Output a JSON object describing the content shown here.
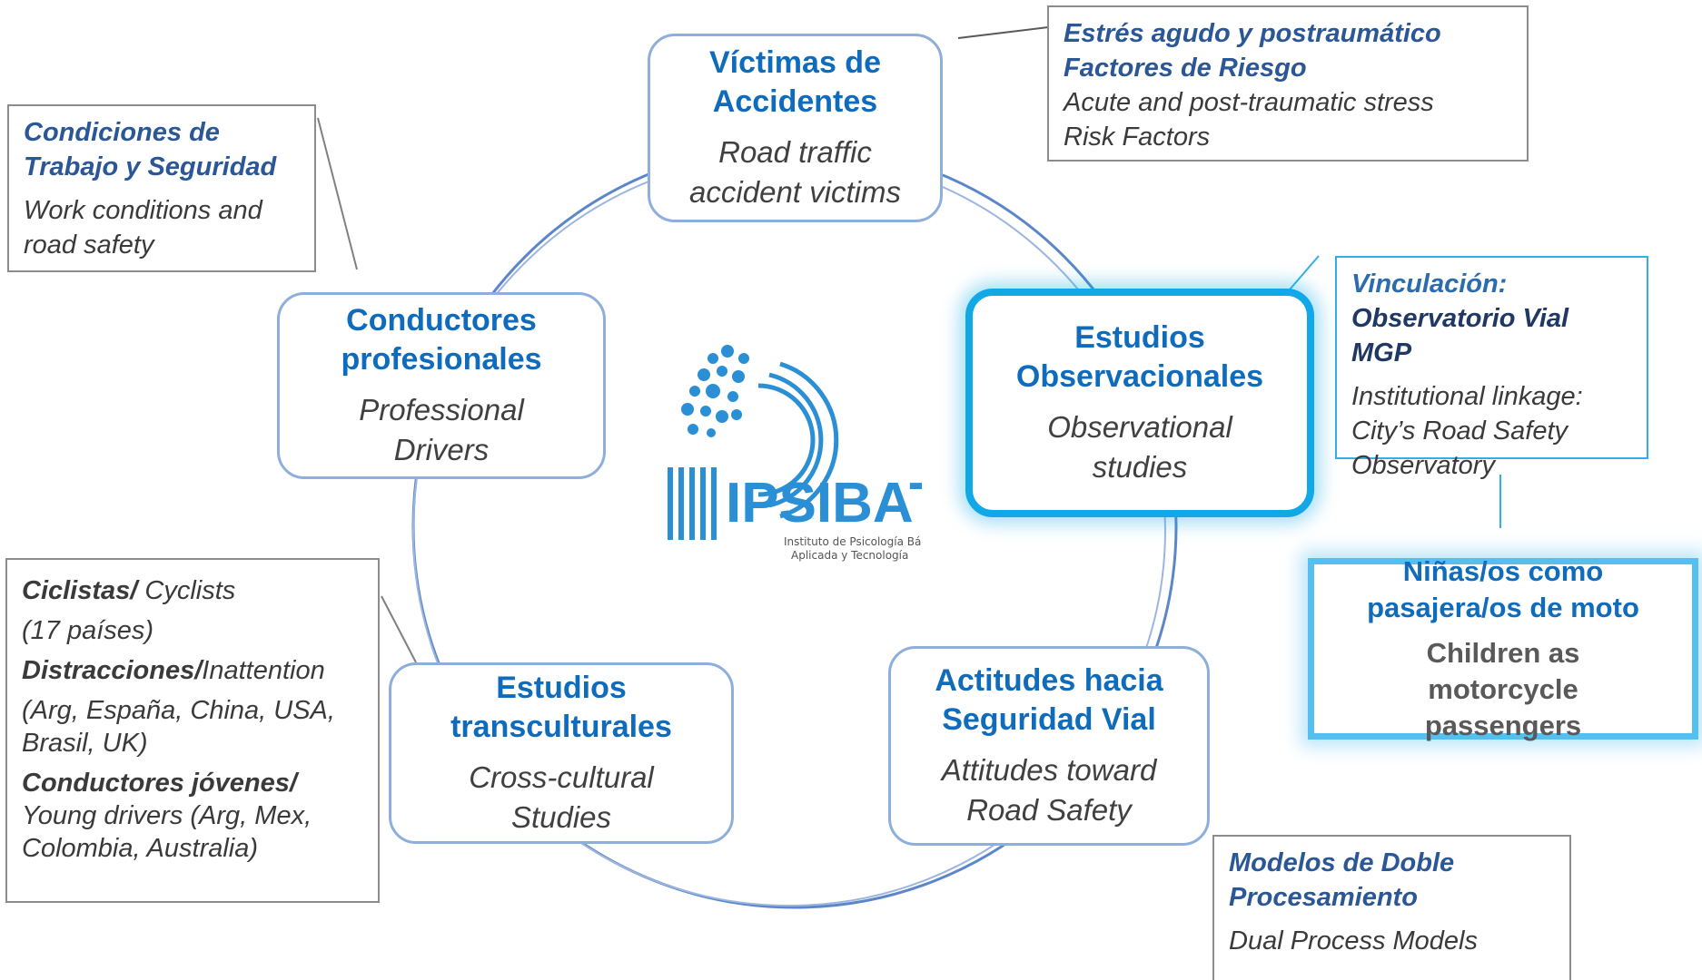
{
  "nodes": {
    "victims": {
      "es": "Víctimas de Accidentes",
      "en": "Road traffic accident victims"
    },
    "professional": {
      "es": "Conductores profesionales",
      "en": "Professional Drivers"
    },
    "observational": {
      "es": "Estudios Observacionales",
      "en": "Observational studies"
    },
    "attitudes": {
      "es": "Actitudes hacia Seguridad Vial",
      "en": "Attitudes toward Road Safety"
    },
    "crosscultural": {
      "es": "Estudios transculturales",
      "en": "Cross-cultural Studies"
    }
  },
  "notes": {
    "stress": {
      "es_line1": "Estrés agudo y postraumático",
      "es_line2": "Factores de Riesgo",
      "en_line1": "Acute and post-traumatic stress",
      "en_line2": "Risk Factors"
    },
    "work": {
      "es": "Condiciones de Trabajo y Seguridad",
      "en": "Work conditions and road safety"
    },
    "linkage": {
      "es_line1": "Vinculación:",
      "es_line2": "Observatorio Vial MGP",
      "en": "Institutional linkage: City’s Road Safety Observatory"
    },
    "cyclists": {
      "cyclists_es": "Ciclistas/",
      "cyclists_en": " Cyclists",
      "countries_17": "(17 países)",
      "distractions_es": "Distracciones/",
      "distractions_en": "Inattention",
      "distractions_countries": "(Arg, España, China, USA, Brasil, UK)",
      "young_es": "Conductores jóvenes/",
      "young_en": "Young drivers (Arg, Mex, Colombia, Australia)"
    },
    "dual": {
      "es": "Modelos de Doble Procesamiento",
      "en": "Dual Process Models"
    }
  },
  "children": {
    "es": "Niñas/os como pasajera/os de moto",
    "en": "Children as motorcycle passengers"
  },
  "logo": {
    "name": "IPSIBAT",
    "subtitle_line1": "Instituto de Psicología Básica,",
    "subtitle_line2": "Aplicada y Tecnología"
  },
  "colors": {
    "node_title": "#0f6cbd",
    "node_border": "#8eaedb",
    "highlight": "#10a8e6",
    "circle": "#5b86c9"
  }
}
